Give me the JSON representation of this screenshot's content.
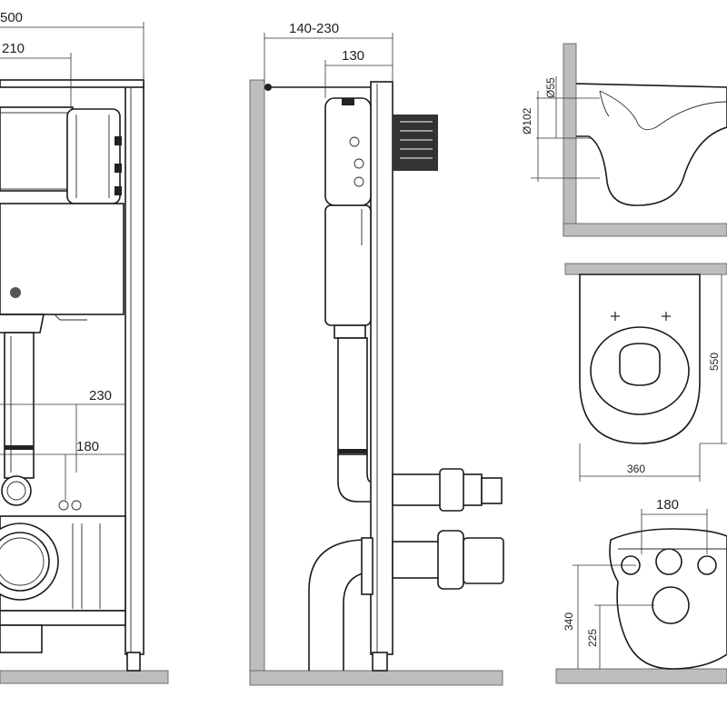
{
  "front_view": {
    "dim_width": "500",
    "dim_offset": "210",
    "dim_outlet_high": "230",
    "dim_outlet_low": "180"
  },
  "side_view": {
    "dim_depth_range": "140-230",
    "dim_frame_depth": "130"
  },
  "bowl_side_view": {
    "dim_upper": "Ø55",
    "dim_lower": "Ø102"
  },
  "bowl_top_view": {
    "dim_length": "550",
    "dim_width": "360"
  },
  "bowl_rear_view": {
    "dim_bolt_spacing": "180",
    "dim_height": "340",
    "dim_inlet": "225"
  }
}
